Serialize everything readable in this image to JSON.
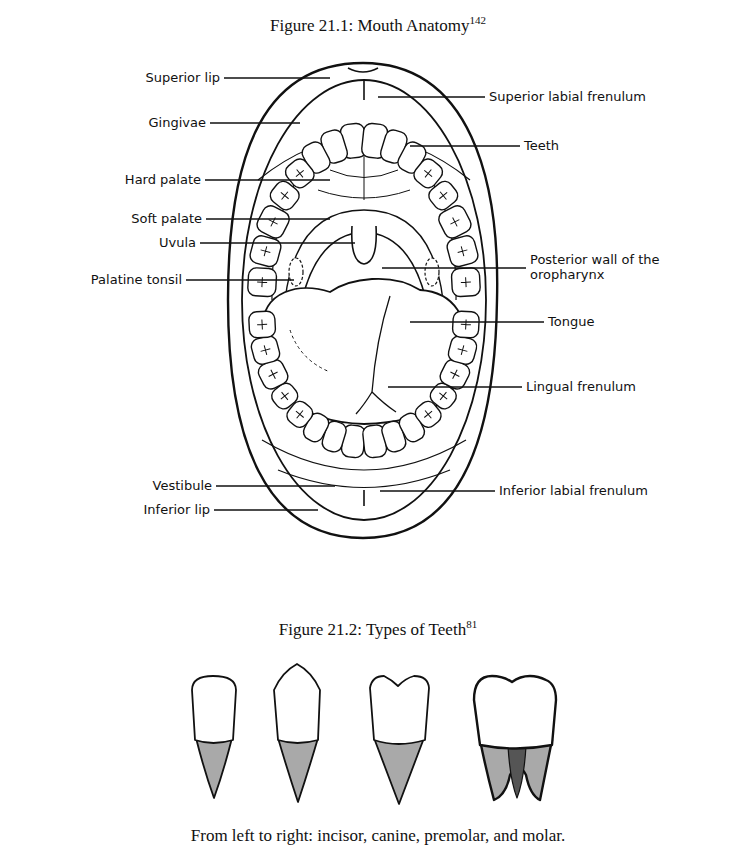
{
  "diagram": {
    "title": "Figure 21.1: Mouth Anatomy",
    "caption": "From left to right: incisor, canine, premolar, and molar.",
    "labels": [
      "142",
      "Superior lip",
      "Gingivae",
      "Hard palate",
      "Soft palate",
      "Uvula",
      "Palatine tonsil",
      "Vestibule",
      "Inferior lip",
      "Superior labial frenulum",
      "Teeth",
      "Posterior wall of the oropharynx",
      "Tongue",
      "Lingual frenulum",
      "Inferior labial frenulum",
      "Figure 21.2: Types of Teeth",
      "81"
    ]
  }
}
